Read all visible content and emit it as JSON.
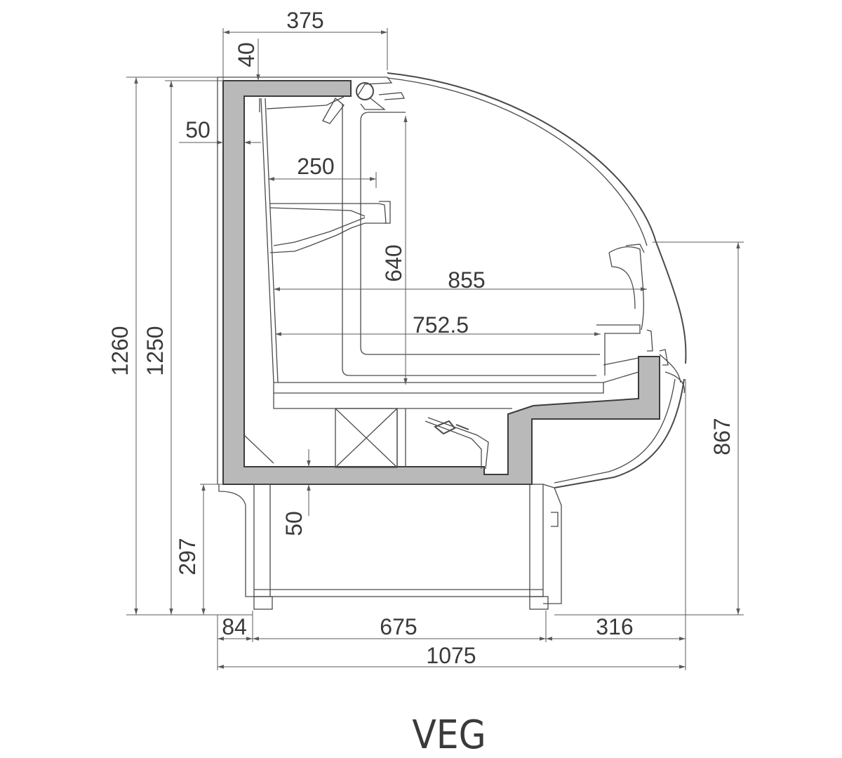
{
  "title": "VEG",
  "dimensions": {
    "top_overhang": "375",
    "top_wall": "40",
    "back_wall": "50",
    "shelf_depth": "250",
    "inner_height": "640",
    "glass_depth": "855",
    "deck_depth": "752.5",
    "total_height": "1260",
    "body_height": "1250",
    "base_height": "297",
    "bottom_wall": "50",
    "front_height": "867",
    "rear_offset": "84",
    "base_width": "675",
    "front_offset": "316",
    "total_width": "1075"
  },
  "colors": {
    "insulation": "#b9b9b9",
    "line": "#4a4a4a",
    "text": "#3a3a3a"
  }
}
